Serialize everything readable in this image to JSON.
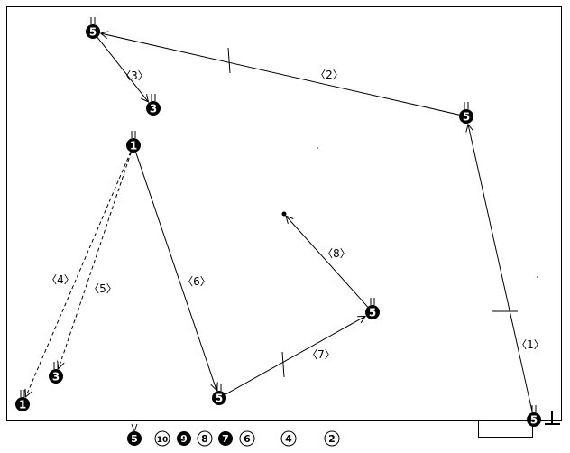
{
  "colors": {
    "line": "#000000",
    "node_fill": "#000000",
    "node_text": "#ffffff",
    "background": "#ffffff"
  },
  "nodes": [
    {
      "id": "n1",
      "label": "5"
    },
    {
      "id": "n2",
      "label": "3"
    },
    {
      "id": "n3",
      "label": "1"
    },
    {
      "id": "n4",
      "label": "5"
    },
    {
      "id": "n5",
      "label": "5"
    },
    {
      "id": "n6",
      "label": "5"
    },
    {
      "id": "n7",
      "label": "5"
    },
    {
      "id": "n8",
      "label": "3"
    },
    {
      "id": "n9",
      "label": "1"
    }
  ],
  "edges": [
    {
      "from": "n7",
      "to": "n4",
      "label": "1",
      "style": "solid"
    },
    {
      "from": "n4",
      "to": "n1",
      "label": "2",
      "style": "solid"
    },
    {
      "from": "n1",
      "to": "n2",
      "label": "3",
      "style": "solid"
    },
    {
      "from": "n3",
      "to": "n9",
      "label": "4",
      "style": "dashed"
    },
    {
      "from": "n3",
      "to": "n8",
      "label": "5",
      "style": "dashed"
    },
    {
      "from": "n3",
      "to": "n6",
      "label": "6",
      "style": "solid"
    },
    {
      "from": "n6",
      "to": "n5",
      "label": "7",
      "style": "solid"
    },
    {
      "from": "n5",
      "to": "center-dot",
      "label": "8",
      "style": "solid"
    }
  ],
  "legend": [
    {
      "label": "5",
      "style": "filled"
    },
    {
      "label": "10",
      "style": "outlined"
    },
    {
      "label": "9",
      "style": "filled"
    },
    {
      "label": "8",
      "style": "outlined"
    },
    {
      "label": "7",
      "style": "filled"
    },
    {
      "label": "6",
      "style": "outlined"
    },
    {
      "label": "4",
      "style": "outlined"
    },
    {
      "label": "2",
      "style": "outlined"
    }
  ]
}
